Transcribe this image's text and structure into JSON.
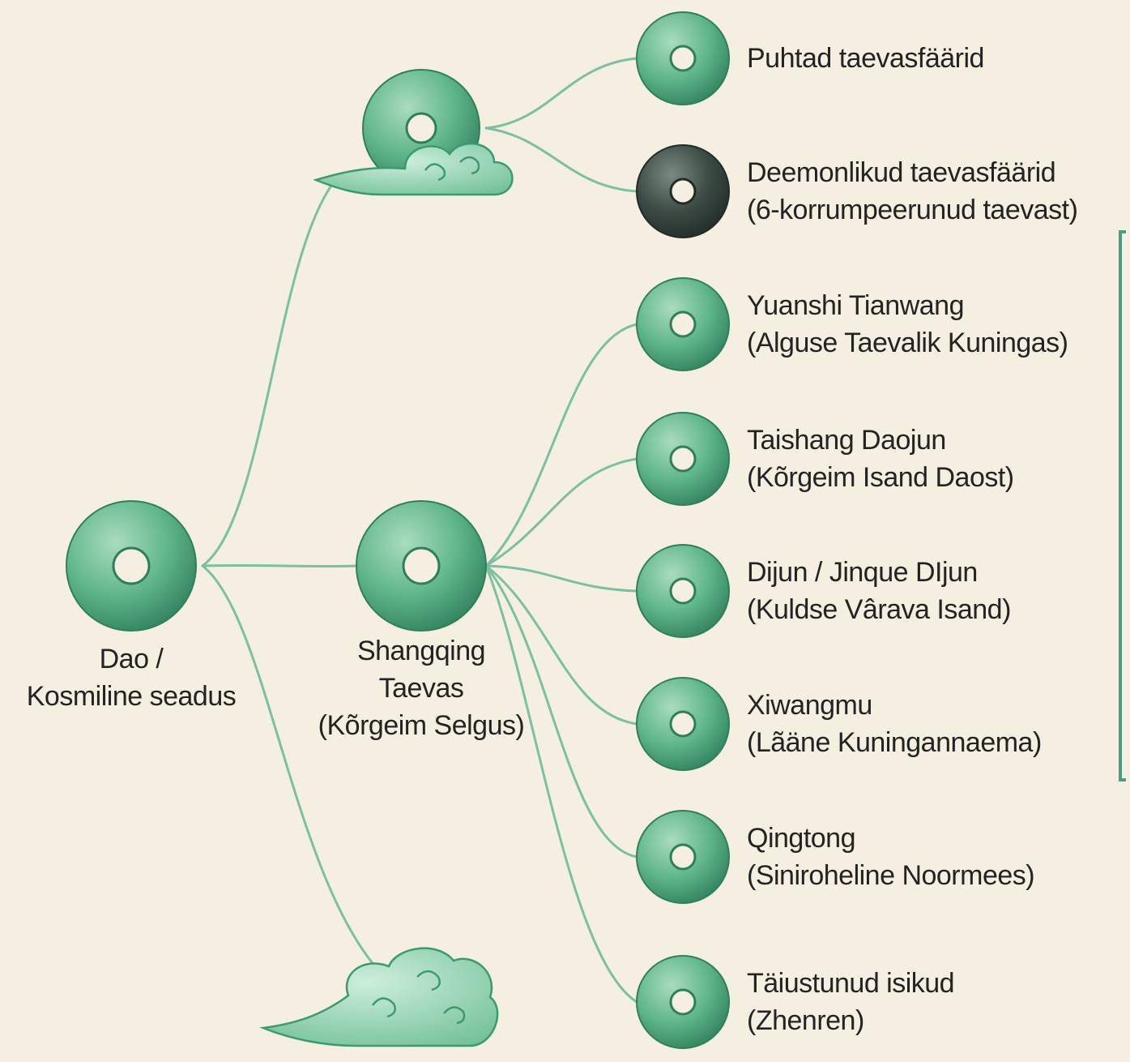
{
  "colors": {
    "background": "#f4efe0",
    "jade": "#5fb58a",
    "jade_dark": "#2f7f5c",
    "jade_light": "#a9dcbf",
    "dark_jade": "#3c4a44",
    "branch": "#7cbfa1",
    "frame": "#4f9b82",
    "text": "#232323"
  },
  "root": {
    "icon": "jade-disc-icon",
    "label_lines": [
      "Dao /",
      "Kosmiline seadus"
    ]
  },
  "clouds": {
    "upper_icon": "jade-disc-with-cloud-icon",
    "lower_icon": "cloud-icon"
  },
  "middle": {
    "icon": "jade-disc-icon",
    "label_lines": [
      "Shangqing",
      "Taevas",
      "(Kõrgeim Selgus)"
    ]
  },
  "leaves": [
    {
      "lines": [
        "Puhtad taevasfäärid"
      ],
      "dark": false
    },
    {
      "lines": [
        "Deemonlikud taevasfäärid",
        "(6-korrumpeerunud taevast)"
      ],
      "dark": true
    },
    {
      "lines": [
        "Yuanshi Tianwang",
        "(Alguse Taevalik Kuningas)"
      ],
      "dark": false
    },
    {
      "lines": [
        "Taishang Daojun",
        "(Kõrgeim Isand Daost)"
      ],
      "dark": false
    },
    {
      "lines": [
        "Dijun / Jinque DIjun",
        "(Kuldse Vârava Isand)"
      ],
      "dark": false
    },
    {
      "lines": [
        "Xiwangmu",
        "(Lãäne Kuningannaema)"
      ],
      "dark": false
    },
    {
      "lines": [
        "Qingtong",
        "(Siniroheline Noormees)"
      ],
      "dark": false
    },
    {
      "lines": [
        "Täiustunud isikud",
        "(Zhenren)"
      ],
      "dark": false
    }
  ]
}
